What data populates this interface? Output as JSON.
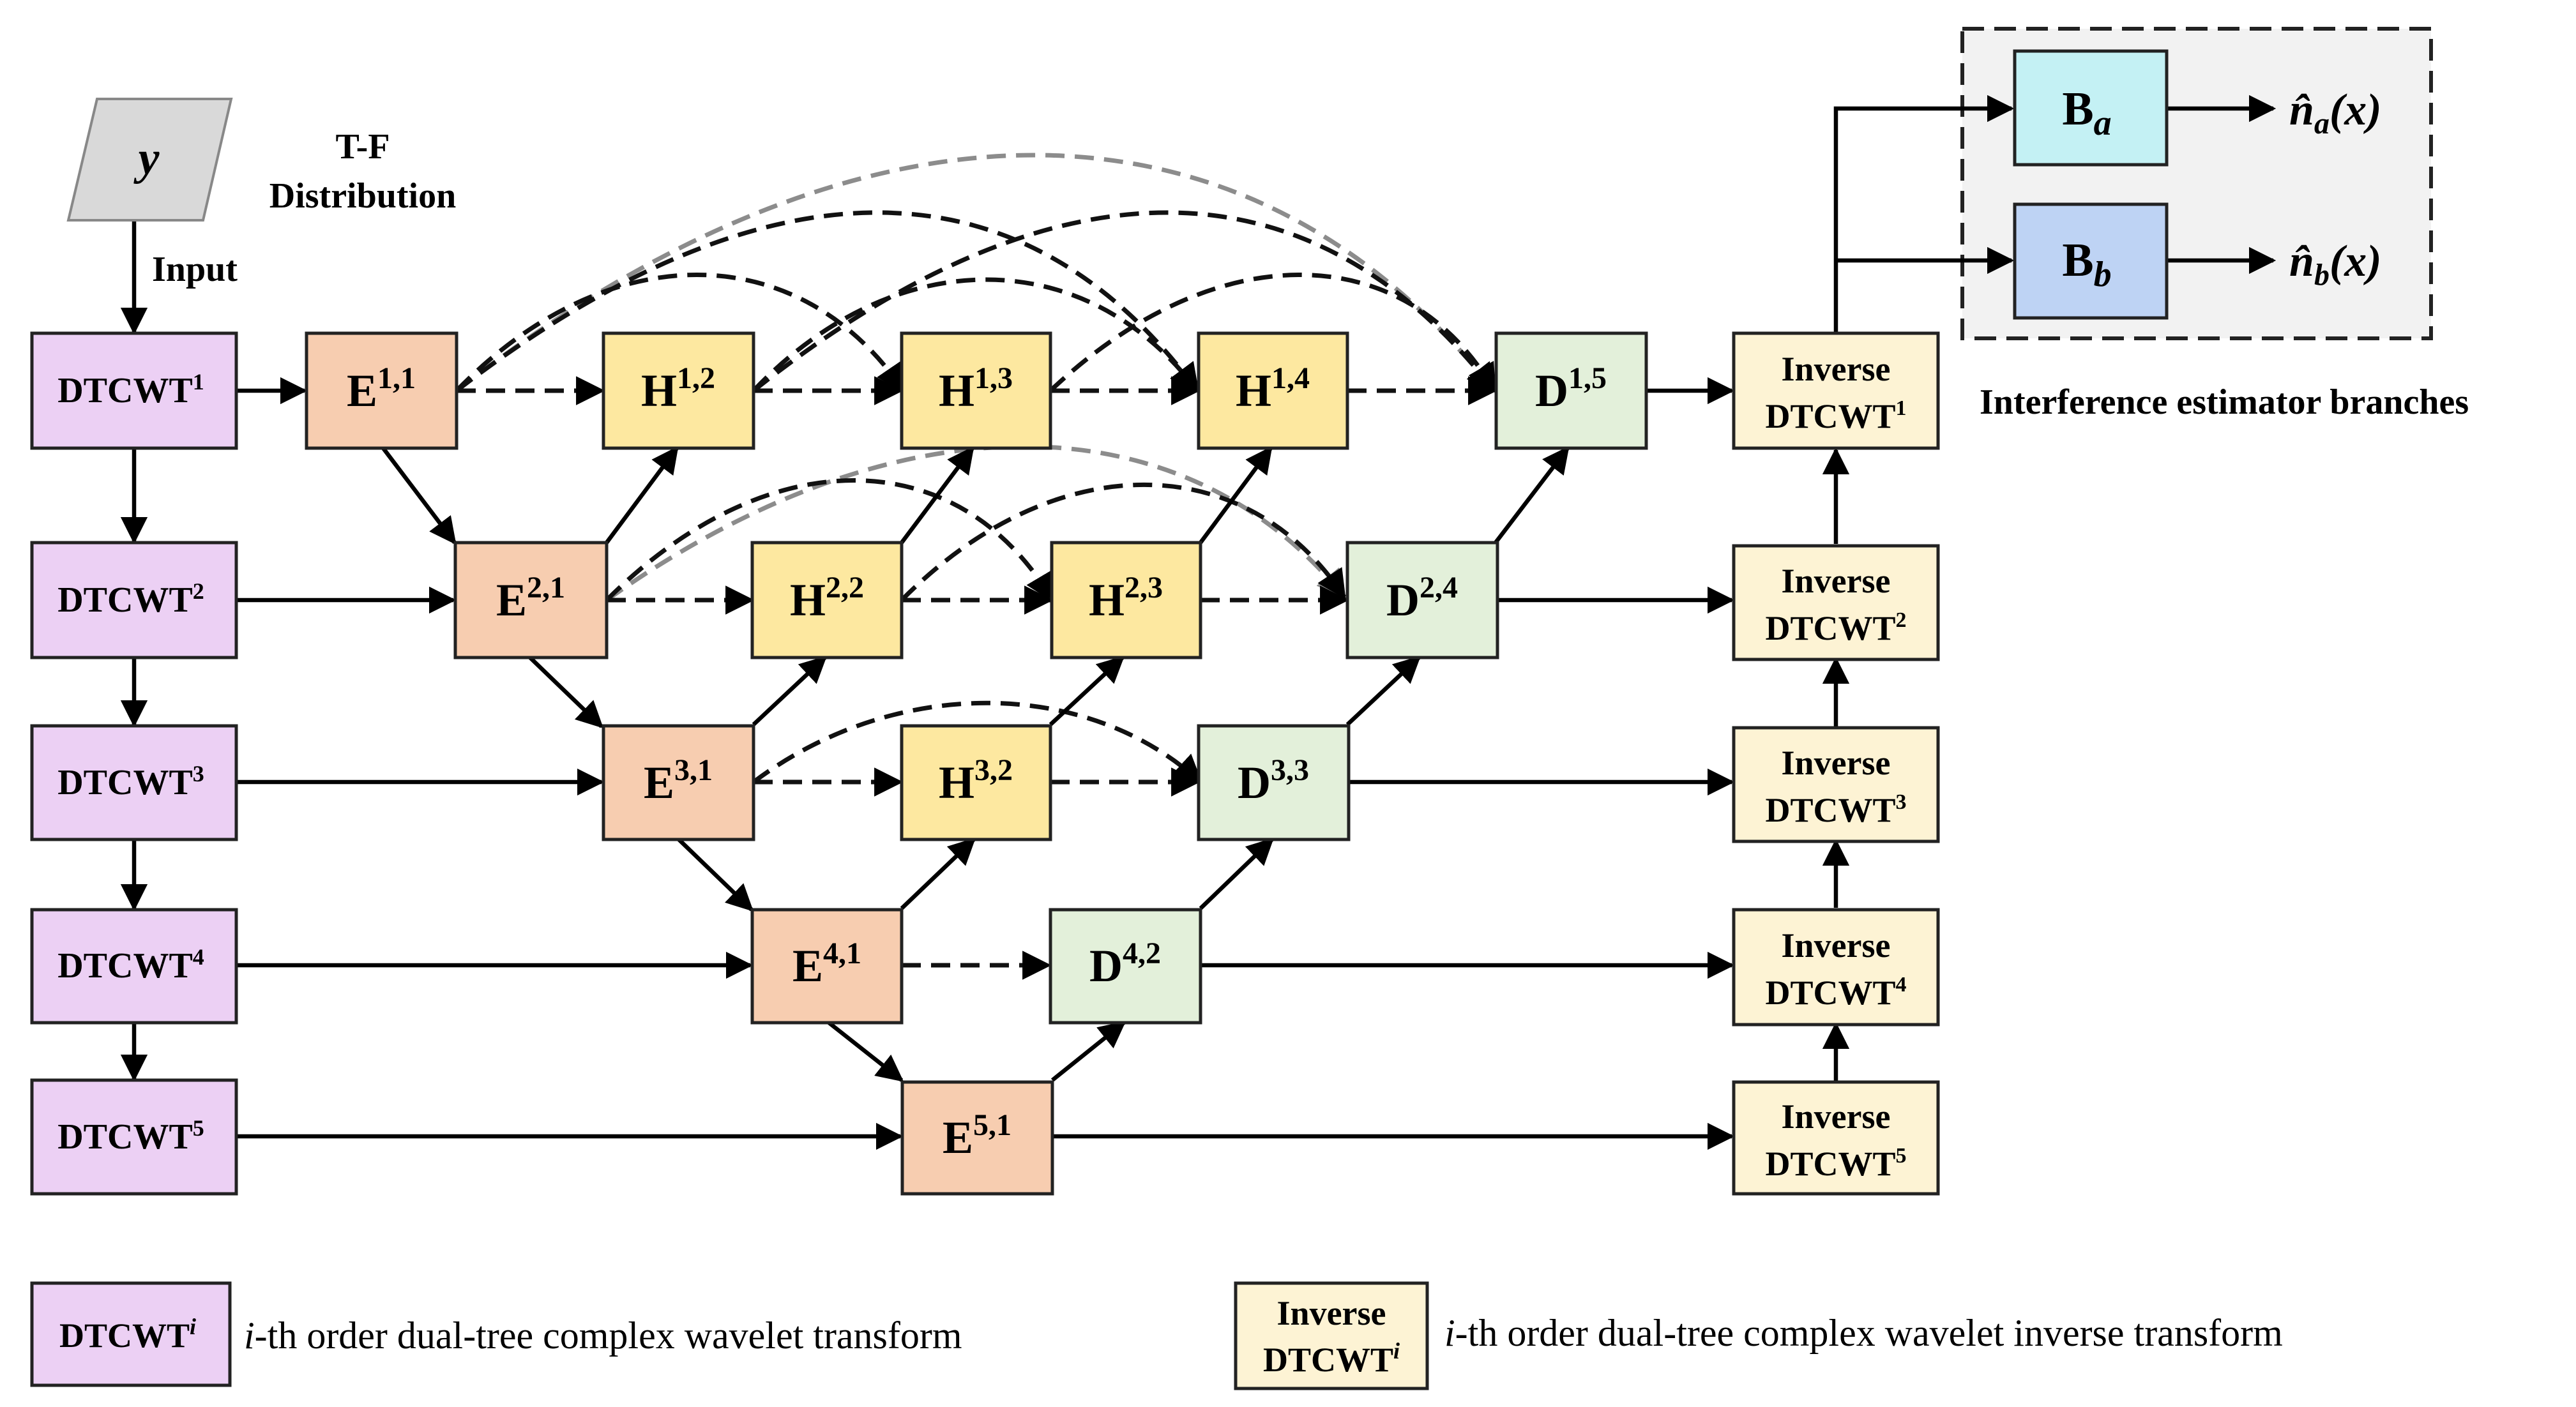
{
  "input": {
    "symbol": "y",
    "tf_line1": "T-F",
    "tf_line2": "Distribution",
    "input_label": "Input"
  },
  "dtcwt": [
    {
      "base": "DTCWT",
      "sup": "1"
    },
    {
      "base": "DTCWT",
      "sup": "2"
    },
    {
      "base": "DTCWT",
      "sup": "3"
    },
    {
      "base": "DTCWT",
      "sup": "4"
    },
    {
      "base": "DTCWT",
      "sup": "5"
    }
  ],
  "encoders": [
    {
      "base": "E",
      "sup": "1,1"
    },
    {
      "base": "E",
      "sup": "2,1"
    },
    {
      "base": "E",
      "sup": "3,1"
    },
    {
      "base": "E",
      "sup": "4,1"
    },
    {
      "base": "E",
      "sup": "5,1"
    }
  ],
  "hidden": [
    {
      "base": "H",
      "sup": "1,2"
    },
    {
      "base": "H",
      "sup": "1,3"
    },
    {
      "base": "H",
      "sup": "1,4"
    },
    {
      "base": "H",
      "sup": "2,2"
    },
    {
      "base": "H",
      "sup": "2,3"
    },
    {
      "base": "H",
      "sup": "3,2"
    }
  ],
  "decoders": [
    {
      "base": "D",
      "sup": "1,5"
    },
    {
      "base": "D",
      "sup": "2,4"
    },
    {
      "base": "D",
      "sup": "3,3"
    },
    {
      "base": "D",
      "sup": "4,2"
    }
  ],
  "inverse": [
    {
      "line1": "Inverse",
      "base": "DTCWT",
      "sup": "1"
    },
    {
      "line1": "Inverse",
      "base": "DTCWT",
      "sup": "2"
    },
    {
      "line1": "Inverse",
      "base": "DTCWT",
      "sup": "3"
    },
    {
      "line1": "Inverse",
      "base": "DTCWT",
      "sup": "4"
    },
    {
      "line1": "Inverse",
      "base": "DTCWT",
      "sup": "5"
    }
  ],
  "branches": {
    "caption": "Interference estimator branches",
    "a": {
      "base": "B",
      "sub": "a",
      "output": "n̂",
      "output_sub": "a",
      "output_arg": "(x)"
    },
    "b": {
      "base": "B",
      "sub": "b",
      "output": "n̂",
      "output_sub": "b",
      "output_arg": "(x)"
    }
  },
  "legend": {
    "dtcwt_box": {
      "base": "DTCWT",
      "sup": "i"
    },
    "dtcwt_desc_italic": "i",
    "dtcwt_desc": "-th order dual-tree complex wavelet transform",
    "inverse_box": {
      "line1": "Inverse",
      "base": "DTCWT",
      "sup": "i"
    },
    "inverse_desc_italic": "i",
    "inverse_desc": "-th order dual-tree complex wavelet inverse transform"
  },
  "colors": {
    "dtcwt_fill": "#ecd0f4",
    "encoder_fill": "#f7cdb0",
    "hidden_fill": "#fde8a0",
    "decoder_fill": "#e3f0da",
    "inverse_fill": "#fdf3d4",
    "branch_a_fill": "#c4f1f4",
    "branch_b_fill": "#bed3f4",
    "input_fill": "#d9d9d9",
    "branch_panel_fill": "#f2f2f2"
  }
}
